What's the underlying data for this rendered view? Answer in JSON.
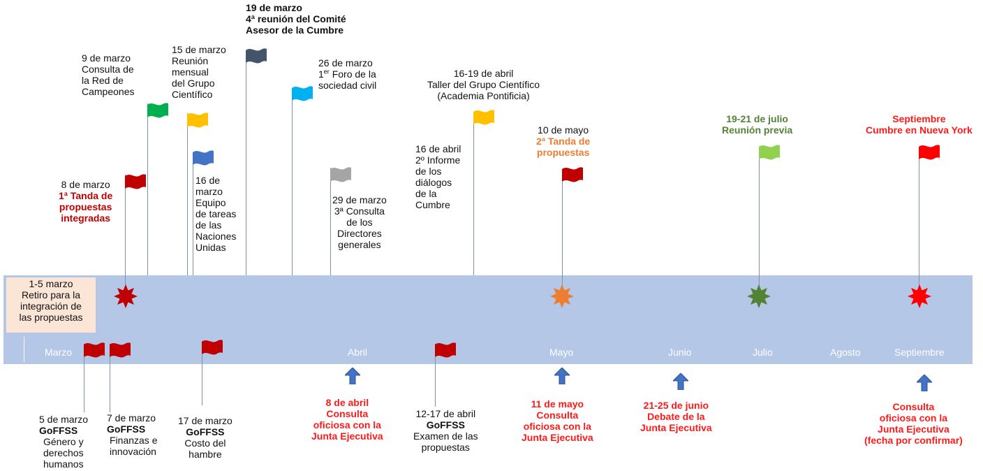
{
  "retreat": {
    "lines": [
      "1-5 marzo",
      "Retiro para la",
      "integración de",
      "las propuestas"
    ]
  },
  "months": [
    "Marzo",
    "Abril",
    "Mayo",
    "Junio",
    "Julio",
    "Agosto",
    "Septiembre"
  ],
  "top_events": {
    "e8mar": [
      "8 de marzo",
      "1ª Tanda de",
      "propuestas",
      "integradas"
    ],
    "e9mar": [
      "9 de marzo",
      "Consulta de",
      "la Red de",
      "Campeones"
    ],
    "e15mar": [
      "15 de marzo",
      "Reunión",
      "mensual",
      "del Grupo",
      "Científico"
    ],
    "e16mar": [
      "16 de",
      "marzo",
      "Equipo",
      "de tareas",
      "de las",
      "Naciones",
      "Unidas"
    ],
    "e19mar": [
      "19 de marzo",
      "4ª reunión del Comité",
      "Asesor de la Cumbre"
    ],
    "e26mar": [
      "26 de marzo",
      "1",
      "er",
      " Foro de la",
      "sociedad civil"
    ],
    "e29mar": [
      "29 de marzo",
      "3ª Consulta",
      "de los",
      "Directores",
      "generales"
    ],
    "e16abr": [
      "16 de abril",
      "2º Informe",
      "de los",
      "diálogos",
      "de la",
      "Cumbre"
    ],
    "e1619abr": [
      "16-19 de abril",
      "Taller del Grupo Científico",
      "(Academia Pontificia)"
    ],
    "e10may": [
      "10 de mayo",
      "2ª Tanda de",
      "propuestas"
    ],
    "e1921jul": [
      "19-21 de julio",
      "Reunión previa"
    ],
    "esep": [
      "Septiembre",
      "Cumbre en Nueva York"
    ]
  },
  "bottom_events": {
    "g5mar": [
      "5 de marzo",
      "GoFFSS",
      "Género y",
      "derechos",
      "humanos"
    ],
    "g7mar": [
      "7 de marzo",
      "GoFFSS",
      "Finanzas e",
      "innovación"
    ],
    "g17mar": [
      "17 de marzo",
      "GoFFSS",
      "Costo del",
      "hambre"
    ],
    "g1217abr": [
      "12-17 de abril",
      "GoFFSS",
      "Examen de las",
      "propuestas"
    ]
  },
  "board_events": {
    "b8abr": [
      "8 de abril",
      "Consulta",
      "oficiosa con la",
      "Junta Ejecutiva"
    ],
    "b11may": [
      "11 de mayo",
      "Consulta",
      "oficiosa con la",
      "Junta Ejecutiva"
    ],
    "b2125jun": [
      "21-25 de junio",
      "Debate de la",
      "Junta Ejecutiva"
    ],
    "bsep": [
      "Consulta",
      "oficiosa con la",
      "Junta Ejecutiva",
      "(fecha por confirmar)"
    ]
  },
  "colors": {
    "band": "#b4c7e7",
    "dark_red": "#c00000",
    "red": "#ff0000",
    "green_flag": "#00b050",
    "yellow": "#ffc000",
    "blue_flag": "#4472c4",
    "slate": "#44546a",
    "cyan": "#00b0f0",
    "grey": "#a5a5a5",
    "orange": "#ed7d31",
    "light_green": "#92d050",
    "olive_green": "#548235",
    "arrow_blue": "#4472c4",
    "retreat_bg": "#fbe5d6"
  }
}
